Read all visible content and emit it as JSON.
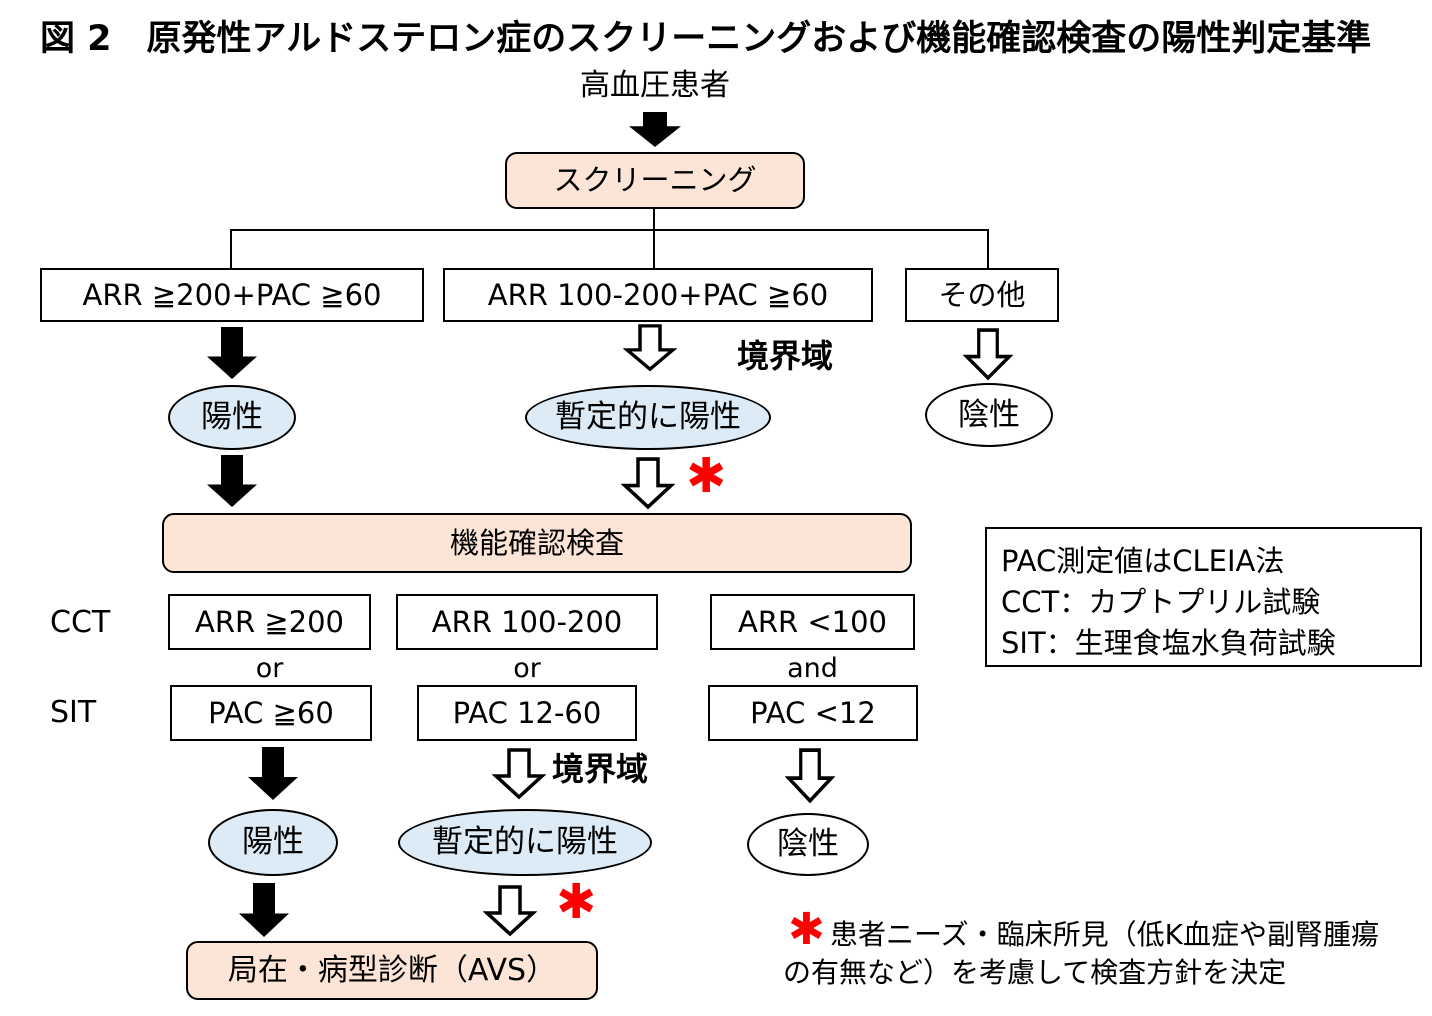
{
  "figure": {
    "title": "図 2　原発性アルドステロン症のスクリーニングおよび機能確認検査の陽性判定基準"
  },
  "screening": {
    "patient": "高血圧患者",
    "box": "スクリーニング",
    "criteria": [
      "ARR ≧200+PAC ≧60",
      "ARR 100-200+PAC ≧60",
      "その他"
    ],
    "borderline": "境界域",
    "results": [
      "陽性",
      "暫定的に陽性",
      "陰性"
    ],
    "asterisk": "✱"
  },
  "confirmation": {
    "box": "機能確認検査",
    "row_labels": [
      "CCT",
      "SIT"
    ],
    "cct": [
      "ARR ≧200",
      "ARR 100-200",
      "ARR <100"
    ],
    "joiners": [
      "or",
      "or",
      "and"
    ],
    "sit": [
      "PAC ≧60",
      "PAC 12-60",
      "PAC <12"
    ],
    "borderline": "境界域",
    "results": [
      "陽性",
      "暫定的に陽性",
      "陰性"
    ],
    "asterisk": "✱",
    "avs": "局在・病型診断（AVS）"
  },
  "legend": {
    "lines": [
      "PAC測定値はCLEIA法",
      "CCT：カプトプリル試験",
      "SIT：生理食塩水負荷試験"
    ]
  },
  "footnote": {
    "asterisk": "✱",
    "lines": [
      "患者ニーズ・臨床所見（低K血症や副腎腫瘍",
      "の有無など）を考慮して検査方針を決定"
    ]
  },
  "colors": {
    "peach": "#FCE4D6",
    "blue": "#DDEBF7",
    "red": "#FF0000",
    "border": "#000000"
  }
}
